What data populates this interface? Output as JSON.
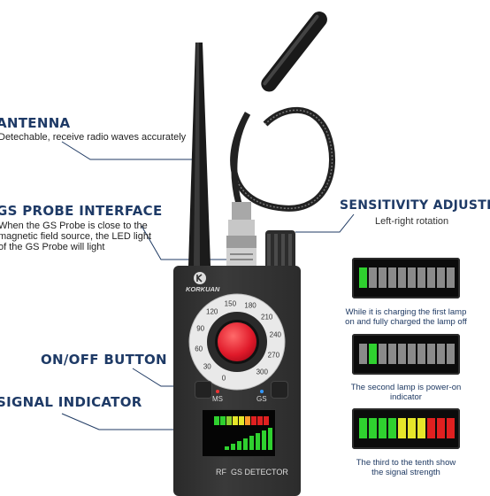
{
  "labels": {
    "antenna": {
      "title": "ANTENNA",
      "desc": "Detechable, receive radio waves accurately"
    },
    "gs_probe": {
      "title": "GS PROBE INTERFACE",
      "desc": [
        "When the GS Probe is close to the",
        "magnetic field source, the LED light",
        "of the GS Probe will light"
      ]
    },
    "on_off": {
      "title": "ON/OFF BUTTON"
    },
    "signal": {
      "title": "SIGNAL INDICATOR"
    },
    "sensitivity": {
      "title": "SENSITIVITY ADJUSTER",
      "desc": "Left-right rotation"
    }
  },
  "device": {
    "brand": "KORKUAN",
    "dial_ticks": [
      "0",
      "30",
      "60",
      "90",
      "120",
      "150",
      "180",
      "210",
      "240",
      "270",
      "300"
    ],
    "ms_label": "MS",
    "gs_label": "GS",
    "screen_label": "RF  GS DETECTOR"
  },
  "panels": [
    {
      "caption": [
        "While it is charging the first lamp",
        "on and fully charged the lamp off"
      ],
      "lit": 1
    },
    {
      "caption": [
        "The second lamp is power-on",
        "indicator"
      ],
      "lit": 2
    },
    {
      "caption": [
        "The third to the tenth show",
        "the signal strength"
      ],
      "lit": 10
    }
  ],
  "colors": {
    "label_blue": "#1e3a66",
    "lamp_off": "#8a8a8a",
    "lamp_green": "#2fd12f",
    "lamp_yellow": "#e6e62a",
    "lamp_red": "#e02020",
    "knob_red": "#e01a2a"
  }
}
